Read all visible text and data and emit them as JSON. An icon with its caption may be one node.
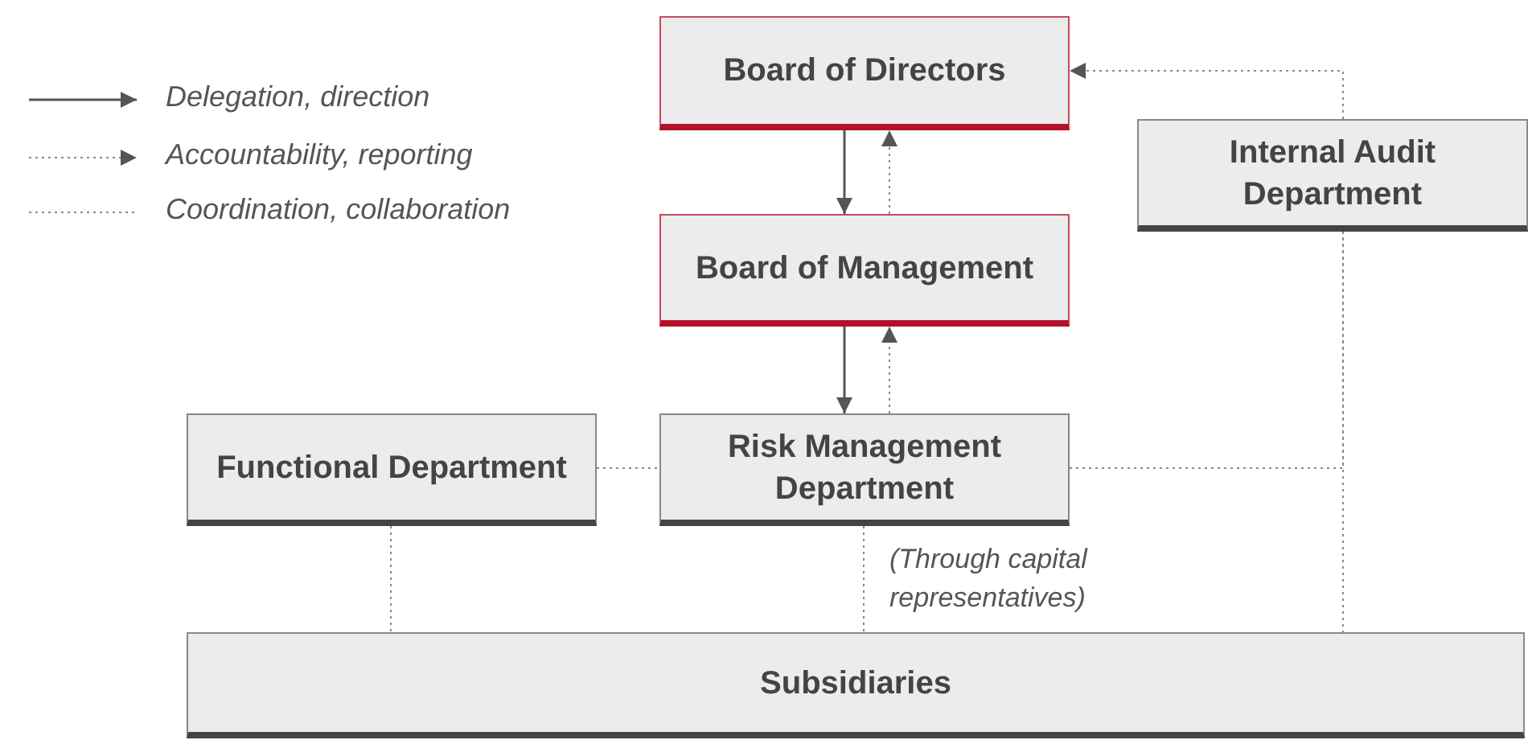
{
  "diagram": {
    "nodes": [
      {
        "text": [
          "Board of Directors"
        ]
      },
      {
        "text": [
          "Internal Audit Department"
        ]
      },
      {
        "text": [
          "Board of Management"
        ]
      },
      {
        "text": [
          "Functional Department"
        ]
      },
      {
        "text": [
          "Risk Management Department"
        ]
      },
      {
        "text": [
          "Subsidiaries"
        ]
      }
    ],
    "edges": [
      {
        "from": 0,
        "to": 2,
        "arrow": "to"
      },
      {
        "from": 2,
        "to": 0,
        "arrow": "to",
        "style": "dashed"
      },
      {
        "from": 2,
        "to": 4,
        "arrow": "to"
      },
      {
        "from": 4,
        "to": 2,
        "arrow": "to",
        "style": "dashed"
      },
      {
        "from": 1,
        "to": 0,
        "arrow": "to",
        "style": "dashed"
      },
      {
        "from": 3,
        "to": 4,
        "arrow": "none",
        "style": "dashed"
      },
      {
        "from": 4,
        "to": 1,
        "arrow": "none",
        "style": "dashed"
      },
      {
        "from": 1,
        "to": 5,
        "arrow": "none",
        "style": "dashed"
      },
      {
        "from": 3,
        "to": 5,
        "arrow": "none",
        "style": "dashed"
      },
      {
        "from": 4,
        "to": 5,
        "arrow": "none",
        "style": "dashed",
        "label": "(Through capital representatives)"
      }
    ],
    "legend": [
      {
        "text": "Delegation, direction"
      },
      {
        "text": "Accountability, reporting"
      },
      {
        "text": "Coordination, collaboration"
      }
    ]
  }
}
